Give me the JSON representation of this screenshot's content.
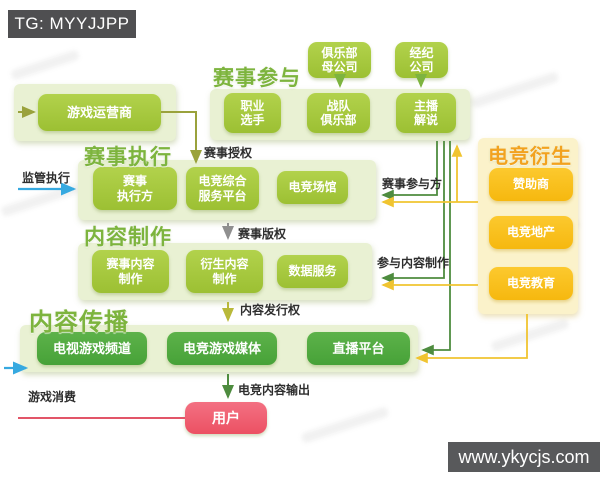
{
  "header": {
    "tg_badge": "TG: MYYJJPP"
  },
  "footer": {
    "site_badge": "www.ykycjs.com"
  },
  "sections": {
    "participation": {
      "title": "赛事参与"
    },
    "execution": {
      "title": "赛事执行"
    },
    "production": {
      "title": "内容制作"
    },
    "distribution": {
      "title": "内容传播"
    },
    "derivatives": {
      "title": "电竞衍生"
    }
  },
  "nodes": {
    "game_operator": "游戏运营商",
    "club_parent": "俱乐部\n母公司",
    "agency": "经纪\n公司",
    "pro_player": "职业\n选手",
    "team_club": "战队\n俱乐部",
    "anchor_commentator": "主播\n解说",
    "event_executor": "赛事\n执行方",
    "esports_service_platform": "电竞综合\n服务平台",
    "esports_venue": "电竞场馆",
    "event_content_production": "赛事内容\n制作",
    "derivative_content_production": "衍生内容\n制作",
    "data_service": "数据服务",
    "tv_game_channel": "电视游戏频道",
    "esports_game_media": "电竞游戏媒体",
    "live_platform": "直播平台",
    "sponsor": "赞助商",
    "esports_real_estate": "电竞地产",
    "esports_education": "电竞教育",
    "user": "用户"
  },
  "edge_labels": {
    "regulation": "监管执行",
    "event_authorization": "赛事授权",
    "event_participants": "赛事参与方",
    "event_copyright": "赛事版权",
    "join_content_production": "参与内容制作",
    "content_distribution_right": "内容发行权",
    "esports_content_output": "电竞内容输出",
    "game_consumption": "游戏消费"
  },
  "colors": {
    "node_green": "#a6c93e",
    "node_deep_green": "#52ab40",
    "node_yellow": "#f9c11d",
    "title_green": "#7db43e",
    "title_orange": "#f2a21f",
    "user_red": "#f05d6d",
    "line_blue": "#36a9e0",
    "line_red": "#e25568",
    "line_green": "#4e8c3f",
    "line_light_green": "#7db43f",
    "line_yellow": "#f0c430",
    "line_olive": "#9aa23c",
    "line_gray": "#8f8f8f",
    "line_yellow_green": "#b9b93a",
    "badge_gray": "#58595b"
  }
}
